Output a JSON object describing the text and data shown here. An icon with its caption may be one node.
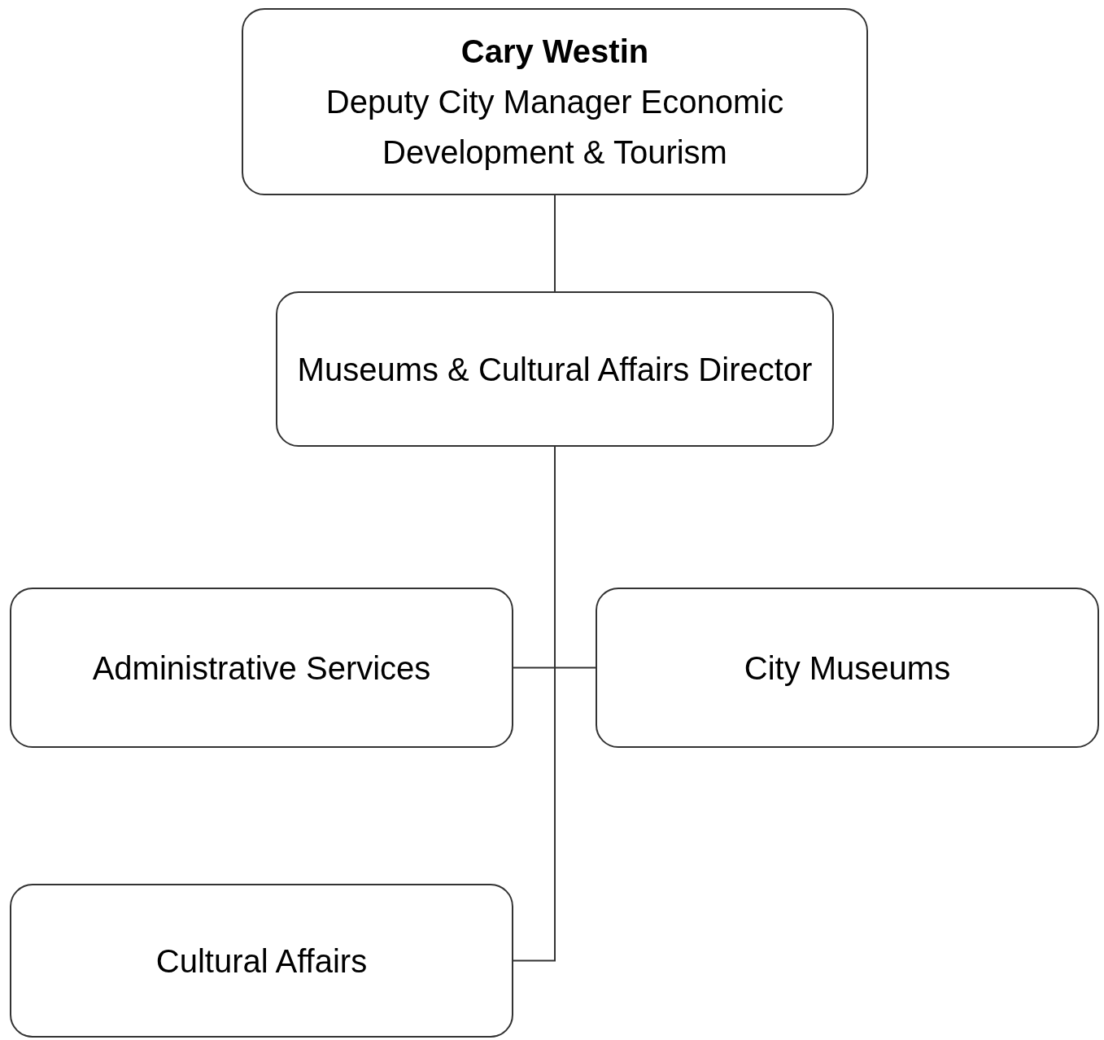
{
  "diagram": {
    "nodes": [
      {
        "text": [
          "Cary Westin",
          "Deputy City Manager Economic Development & Tourism"
        ]
      },
      {
        "text": [
          "Museums & Cultural Affairs Director"
        ]
      },
      {
        "text": [
          "Administrative Services"
        ]
      },
      {
        "text": [
          "City Museums"
        ]
      },
      {
        "text": [
          "Cultural Affairs"
        ]
      }
    ],
    "edges": [
      {
        "from": 0,
        "to": 1,
        "arrow": "none"
      },
      {
        "from": 1,
        "to": 2,
        "arrow": "none"
      },
      {
        "from": 1,
        "to": 3,
        "arrow": "none"
      },
      {
        "from": 1,
        "to": 4,
        "arrow": "none"
      }
    ]
  }
}
